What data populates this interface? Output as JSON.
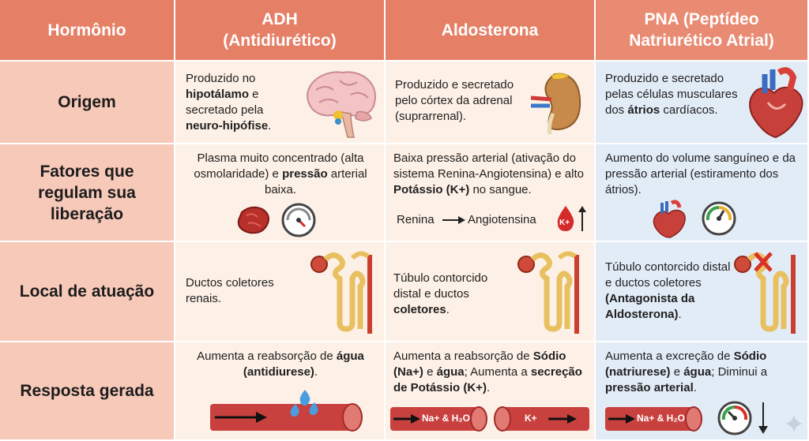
{
  "header": {
    "col1": "Hormônio",
    "adh_line1": "ADH",
    "adh_line2": "(Antidiurético)",
    "aldo": "Aldosterona",
    "pna_line1": "PNA (Peptídeo",
    "pna_line2": "Natriurético Atrial)"
  },
  "rows": {
    "origem": "Origem",
    "fatores_l1": "Fatores que",
    "fatores_l2": "regulam sua",
    "fatores_l3": "liberação",
    "local": "Local de atuação",
    "resposta": "Resposta gerada"
  },
  "origem": {
    "adh": {
      "p1": "Produzido no ",
      "b1": "hipotálamo",
      "p2": " e secretado pela ",
      "b2": "neuro-hipófise",
      "p3": "."
    },
    "aldo": "Produzido e secretado pelo córtex da adrenal (suprarrenal).",
    "pna": {
      "p1": "Produzido e secretado pelas células musculares dos ",
      "b1": "átrios",
      "p2": " cardíacos."
    }
  },
  "fatores": {
    "adh": {
      "p1": "Plasma muito concentrado (alta osmolaridade) e ",
      "b1": "pressão",
      "p2": " arterial baixa."
    },
    "aldo": {
      "p1": "Baixa pressão arterial (ativação do sistema Renina-Angiotensina) e alto ",
      "b1": "Potássio (K+)",
      "p2": " no sangue."
    },
    "aldo_renina": "Renina",
    "aldo_angio": "Angiotensina",
    "aldo_k": "K+",
    "pna": "Aumento do volume sanguíneo e da pressão arterial (estiramento dos átrios)."
  },
  "local": {
    "adh": "Ductos coletores renais.",
    "aldo": {
      "p1": "Túbulo contorcido distal e ductos ",
      "b1": "coletores",
      "p2": "."
    },
    "pna": {
      "p1": "Túbulo contorcido distal e ductos coletores ",
      "b1": "(Antagonista da Aldosterona)",
      "p2": "."
    }
  },
  "resposta": {
    "adh": {
      "p1": "Aumenta a reabsorção de ",
      "b1": "água",
      "p2": " ",
      "b2": "(antidiurese)",
      "p3": "."
    },
    "aldo": {
      "p1": "Aumenta a reabsorção de ",
      "b1": "Sódio (Na+)",
      "p2": " e ",
      "b3": "água",
      "p3": "; Aumenta a ",
      "b2": "secreção de Potássio (K+)",
      "p4": "."
    },
    "pna": {
      "p1": "Aumenta a excreção de ",
      "b1": "Sódio (natriurese)",
      "p2": " e ",
      "b2": "água",
      "p3": "; Diminui a ",
      "b3": "pressão arterial",
      "p4": "."
    },
    "na_h2o": "Na+ & H₂O",
    "k_plus": "K+"
  },
  "colors": {
    "header": "#e57f66",
    "row_label": "#f7c9b9",
    "cell_warm": "#fdf0e6",
    "cell_blue": "#e2ecf7",
    "vessel": "#c9413f"
  }
}
